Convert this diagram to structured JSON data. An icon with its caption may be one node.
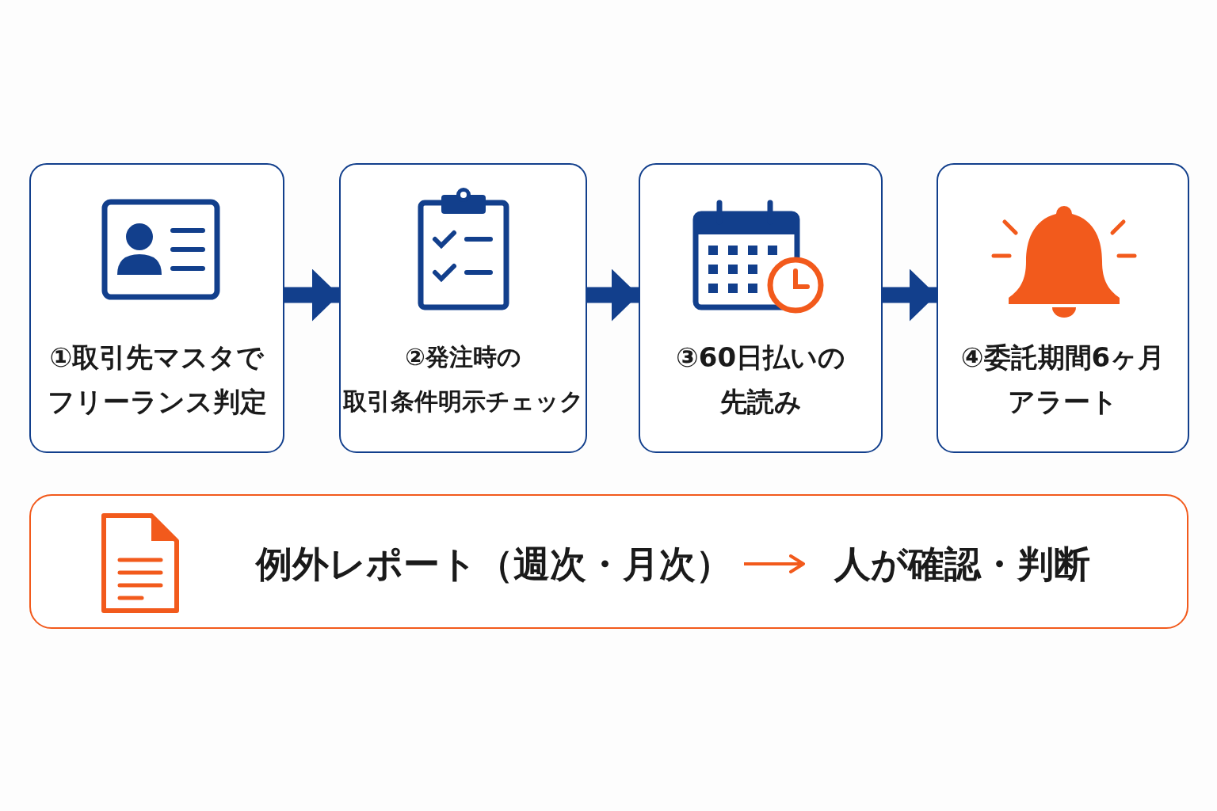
{
  "diagram": {
    "nodes": [
      {
        "text": [
          "①取引先マスタでフリーランス判定"
        ]
      },
      {
        "text": [
          "②発注時の取引条件明示チェック"
        ]
      },
      {
        "text": [
          "③60日払いの先読み"
        ]
      },
      {
        "text": [
          "④委託期間6ヶ月アラート"
        ]
      },
      {
        "text": [],
        "shape": "box"
      },
      {
        "text": [
          "例外レポート（週次・月次）"
        ],
        "in": 4
      },
      {
        "text": [
          "人が確認・判断"
        ],
        "in": 4
      }
    ],
    "edges": [
      {
        "from": 0,
        "to": 1,
        "arrow": "to"
      },
      {
        "from": 1,
        "to": 2,
        "arrow": "to"
      },
      {
        "from": 2,
        "to": 3,
        "arrow": "to"
      },
      {
        "from": 5,
        "to": 6,
        "arrow": "to",
        "color": "#f25a1c"
      }
    ]
  }
}
